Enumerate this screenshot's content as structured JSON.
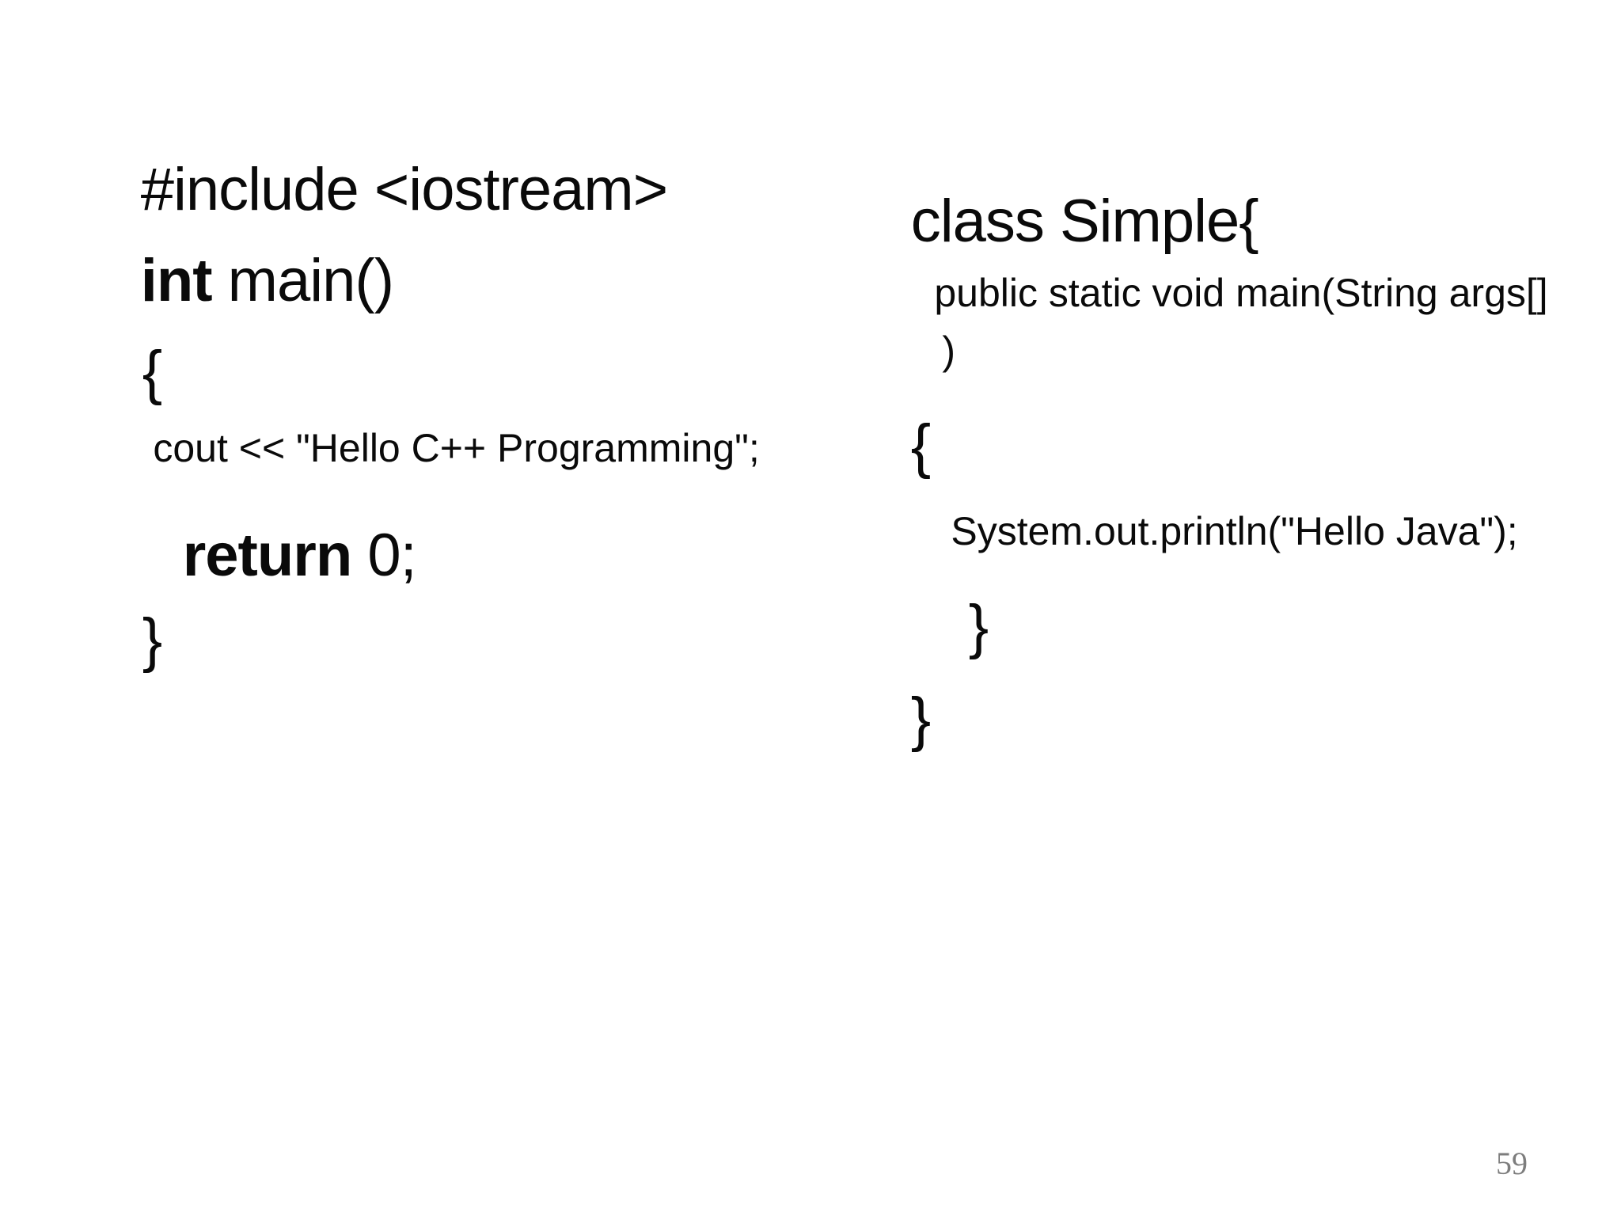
{
  "colors": {
    "background": "#ffffff",
    "code_text": "#0a0a0a",
    "page_number_text": "#7d7d7d"
  },
  "cpp": {
    "include_line": "#include <iostream>",
    "main_keyword": "int",
    "main_rest": " main()",
    "open_brace": "{",
    "cout_line": "cout << \"Hello C++ Programming\";",
    "return_keyword": "return",
    "return_rest": " 0;",
    "close_brace": "}"
  },
  "java": {
    "class_line": "class Simple{",
    "main_line": "public static void main(String args[]",
    "wrapped_paren": ")",
    "open_brace": "{",
    "println_line": "System.out.println(\"Hello Java\");",
    "inner_close_brace": "}",
    "outer_close_brace": "}"
  },
  "footer": {
    "page_number": "59"
  }
}
